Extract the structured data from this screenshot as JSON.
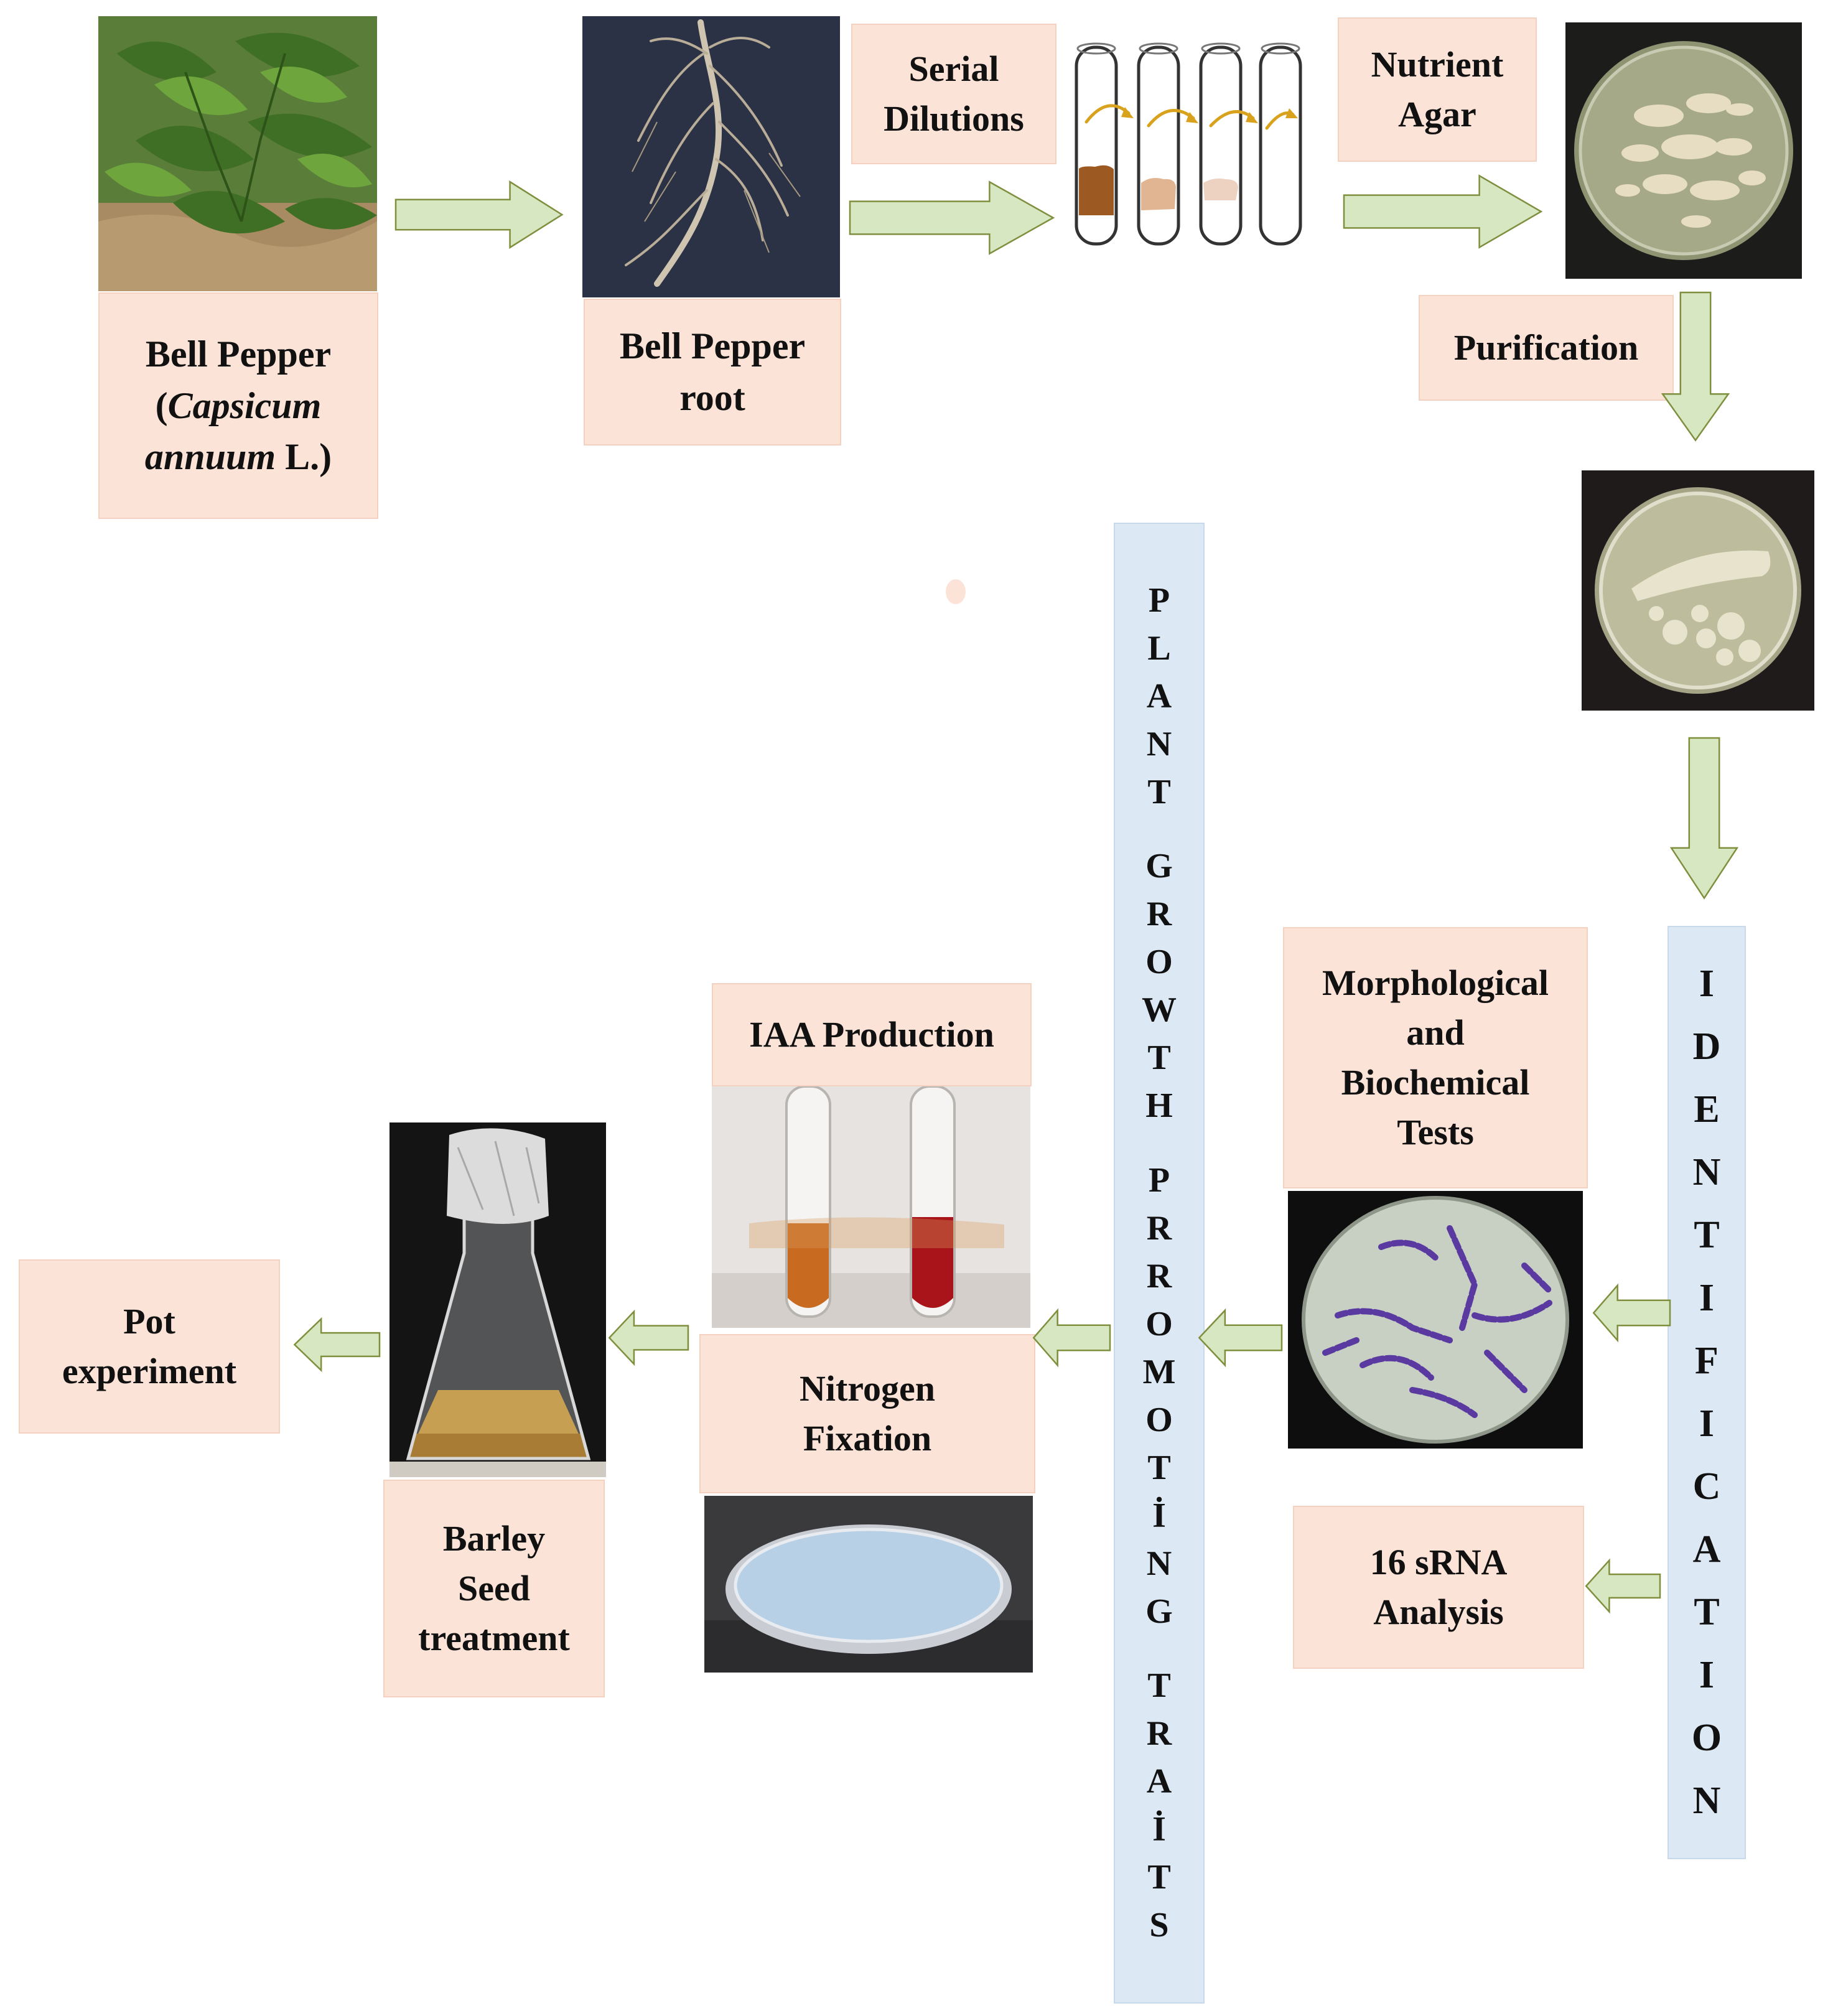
{
  "nodes": {
    "bell_pepper": {
      "line1": "Bell Pepper",
      "line2_open": "(",
      "line2_species": "Capsicum",
      "line3_species": "annuum",
      "line3_rest": " L.)"
    },
    "bell_pepper_root": {
      "line1": "Bell Pepper",
      "line2": "root"
    },
    "serial_dilutions": {
      "line1": "Serial",
      "line2": "Dilutions"
    },
    "nutrient_agar": {
      "line1": "Nutrient",
      "line2": "Agar"
    },
    "purification": {
      "label": "Purification"
    },
    "identification": {
      "label": "IDENTIFICATION"
    },
    "morph_biochem": {
      "line1": "Morphological",
      "line2": "and",
      "line3": "Biochemical",
      "line4": "Tests"
    },
    "rna_analysis": {
      "line1": "16 sRNA",
      "line2": "Analysis"
    },
    "pgp_traits": {
      "label": "PLANT GROWTH PRROMOTİNG TRAİTS"
    },
    "iaa_production": {
      "label": "IAA Production"
    },
    "nitrogen_fixation": {
      "line1": "Nitrogen",
      "line2": "Fixation"
    },
    "barley_seed": {
      "line1": "Barley",
      "line2": "Seed",
      "line3": "treatment"
    },
    "pot_experiment": {
      "line1": "Pot",
      "line2": "experiment"
    }
  },
  "colors": {
    "label_box_fill": "#fbe3d7",
    "side_bar_fill": "#dde8f5",
    "arrow_fill": "#d6e7c1",
    "arrow_stroke": "#7f8f3e"
  }
}
